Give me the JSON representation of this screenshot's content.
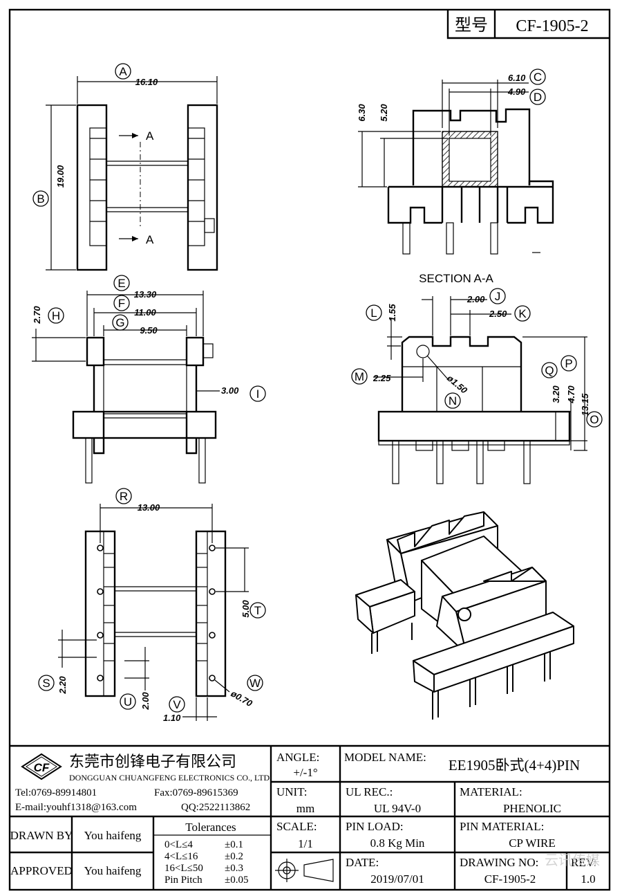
{
  "header": {
    "type_label": "型号",
    "type_value": "CF-1905-2"
  },
  "views": {
    "top": {
      "dim_a": "16.10",
      "dim_b": "19.00",
      "section_mark": "A"
    },
    "section": {
      "title": "SECTION A-A",
      "dim_c": "6.10",
      "dim_d": "4.90",
      "dim_h1": "6.30",
      "dim_h2": "5.20"
    },
    "front": {
      "dim_e": "13.30",
      "dim_f": "11.00",
      "dim_g": "9.50",
      "dim_h": "2.70",
      "dim_i": "3.00"
    },
    "side": {
      "dim_j": "2.00",
      "dim_k": "2.50",
      "dim_l": "1.55",
      "dim_m": "2.25",
      "dim_n": "ø1.50",
      "dim_q": "3.20",
      "dim_p": "4.70",
      "dim_o": "13.15"
    },
    "bottom": {
      "dim_r": "13.00",
      "dim_t": "5.00",
      "dim_s": "2.20",
      "dim_u": "2.00",
      "dim_v": "1.10",
      "dim_w": "ø0.70"
    }
  },
  "bubbles": [
    "A",
    "B",
    "C",
    "D",
    "E",
    "F",
    "G",
    "H",
    "I",
    "J",
    "K",
    "L",
    "M",
    "N",
    "O",
    "P",
    "Q",
    "R",
    "S",
    "T",
    "U",
    "V",
    "W"
  ],
  "title_block": {
    "company_cn": "东莞市创锋电子有限公司",
    "company_en": "DONGGUAN CHUANGFENG ELECTRONICS CO., LTD.",
    "logo_text": "CF",
    "tel": "Tel:0769-89914801",
    "fax": "Fax:0769-89615369",
    "email": "E-mail:youhf1318@163.com",
    "qq": "QQ:2522113862",
    "angle_label": "ANGLE:",
    "angle_value": "+/-1°",
    "unit_label": "UNIT:",
    "unit_value": "mm",
    "scale_label": "SCALE:",
    "scale_value": "1/1",
    "model_label": "MODEL NAME:",
    "model_value": "EE1905卧式(4+4)PIN",
    "ul_label": "UL REC.:",
    "ul_value": "UL 94V-0",
    "material_label": "MATERIAL:",
    "material_value": "PHENOLIC",
    "pin_load_label": "PIN LOAD:",
    "pin_load_value": "0.8 Kg Min",
    "pin_material_label": "PIN MATERIAL:",
    "pin_material_value": "CP WIRE",
    "date_label": "DATE:",
    "date_value": "2019/07/01",
    "drawing_no_label": "DRAWING NO:",
    "drawing_no_value": "CF-1905-2",
    "rev_label": "REV:",
    "rev_value": "1.0",
    "drawn_by_label": "DRAWN BY",
    "drawn_by_value": "You haifeng",
    "approved_label": "APPROVED",
    "approved_value": "You haifeng",
    "tolerances_title": "Tolerances",
    "tolerances": [
      {
        "range": "0<L≤4",
        "value": "±0.1"
      },
      {
        "range": "4<L≤16",
        "value": "±0.2"
      },
      {
        "range": "16<L≤50",
        "value": "±0.3"
      },
      {
        "range": "Pin Pitch",
        "value": "±0.05"
      }
    ],
    "watermark": "云讯传媒"
  }
}
